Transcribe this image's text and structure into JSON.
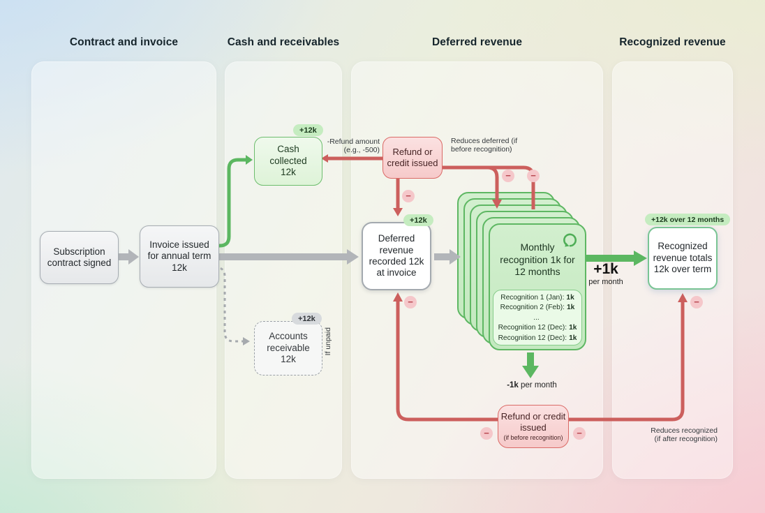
{
  "glyphs": {
    "minus": "−"
  },
  "columns": [
    {
      "title": "Contract and invoice"
    },
    {
      "title": "Cash and receivables"
    },
    {
      "title": "Deferred revenue"
    },
    {
      "title": "Recognized revenue"
    }
  ],
  "nodes": {
    "subscription": {
      "label": "Subscription contract signed"
    },
    "invoice": {
      "label": "Invoice issued for annual term 12k"
    },
    "cash": {
      "label": "Cash collected 12k",
      "badge": "+12k"
    },
    "accounts_receivable": {
      "label": "Accounts receivable 12k",
      "badge": "+12k",
      "condition": "If unpaid"
    },
    "refund_top": {
      "label": "Refund or credit issued"
    },
    "deferred": {
      "label": "Deferred revenue recorded 12k at invoice",
      "badge": "+12k"
    },
    "monthly": {
      "label": "Monthly recognition 1k for 12 months",
      "schedule": [
        {
          "text": "Recognition 1 (Jan):",
          "value": "1k"
        },
        {
          "text": "Recognition 2 (Feb):",
          "value": "1k"
        },
        {
          "text": "...",
          "value": ""
        },
        {
          "text": "Recognition 12 (Dec):",
          "value": "1k"
        },
        {
          "text": "Recognition 12 (Dec):",
          "value": "1k"
        }
      ]
    },
    "refund_bottom": {
      "label": "Refund or credit issued",
      "sublabel": "(if before recognition)"
    },
    "recognized": {
      "label": "Recognized revenue totals 12k over term",
      "badge": "+12k over 12 months"
    }
  },
  "annotations": {
    "refund_amount": "-Refund amount (e.g., -500)",
    "reduces_deferred": "Reduces deferred (if before recognition)",
    "reduces_recognized": "Reduces recognized (if after recognition)",
    "plus_per_month": {
      "value": "+1k",
      "unit": "per month"
    },
    "minus_per_month": {
      "value": "-1k",
      "unit": " per month"
    }
  },
  "colors": {
    "green_line": "#5cb761",
    "red_line": "#cc5f5d",
    "gray_arrow": "#b2b5b9"
  }
}
